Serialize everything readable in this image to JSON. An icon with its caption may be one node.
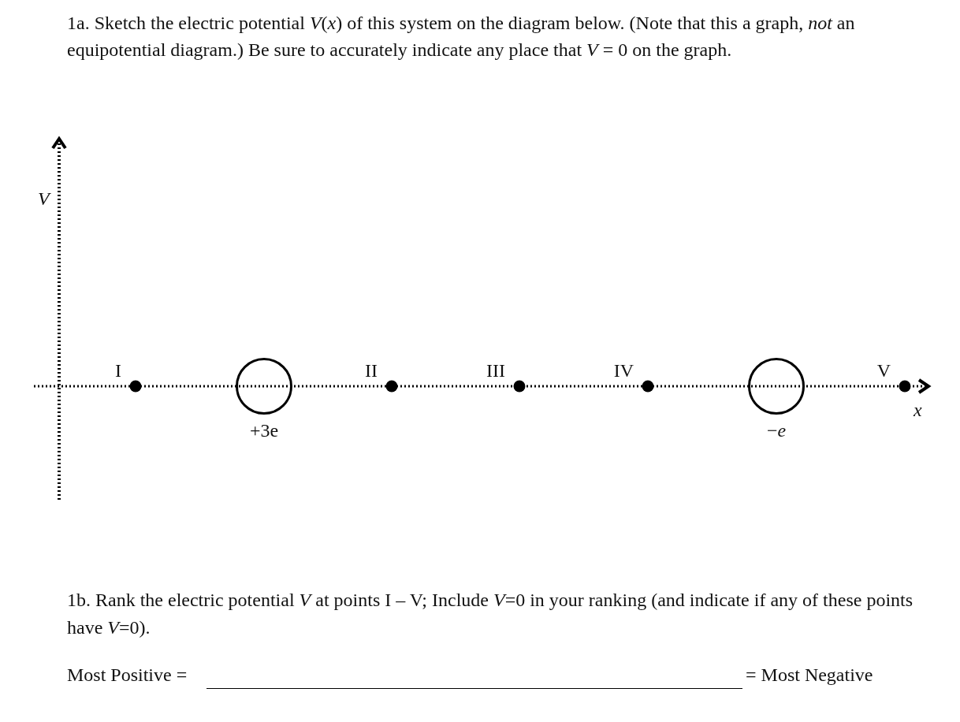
{
  "diagram": {
    "title": "1a. Sketch the electric potential *V*(*x*) of this system on the diagram below. (Note that this a graph, *not* an equipotential diagram.) Be sure to accurately indicate any place that *V* = 0 on the graph.",
    "nodes": [
      {
        "text": [],
        "shape": "dot",
        "beside": [
          "I"
        ]
      },
      {
        "text": [],
        "shape": "circle",
        "beside": [
          "+3e"
        ]
      },
      {
        "text": [],
        "shape": "dot",
        "beside": [
          "II"
        ]
      },
      {
        "text": [],
        "shape": "dot",
        "beside": [
          "III"
        ]
      },
      {
        "text": [],
        "shape": "dot",
        "beside": [
          "IV"
        ]
      },
      {
        "text": [],
        "shape": "circle",
        "beside": [
          "−*e*"
        ]
      },
      {
        "text": [],
        "shape": "dot",
        "beside": [
          "V"
        ]
      }
    ],
    "labels": [
      "V",
      "x",
      "1b.  Rank the electric potential *V* at points I – V; Include *V*=0 in your ranking (and indicate if any of these points have *V*=0).",
      "Most Positive =",
      "= Most Negative"
    ]
  }
}
